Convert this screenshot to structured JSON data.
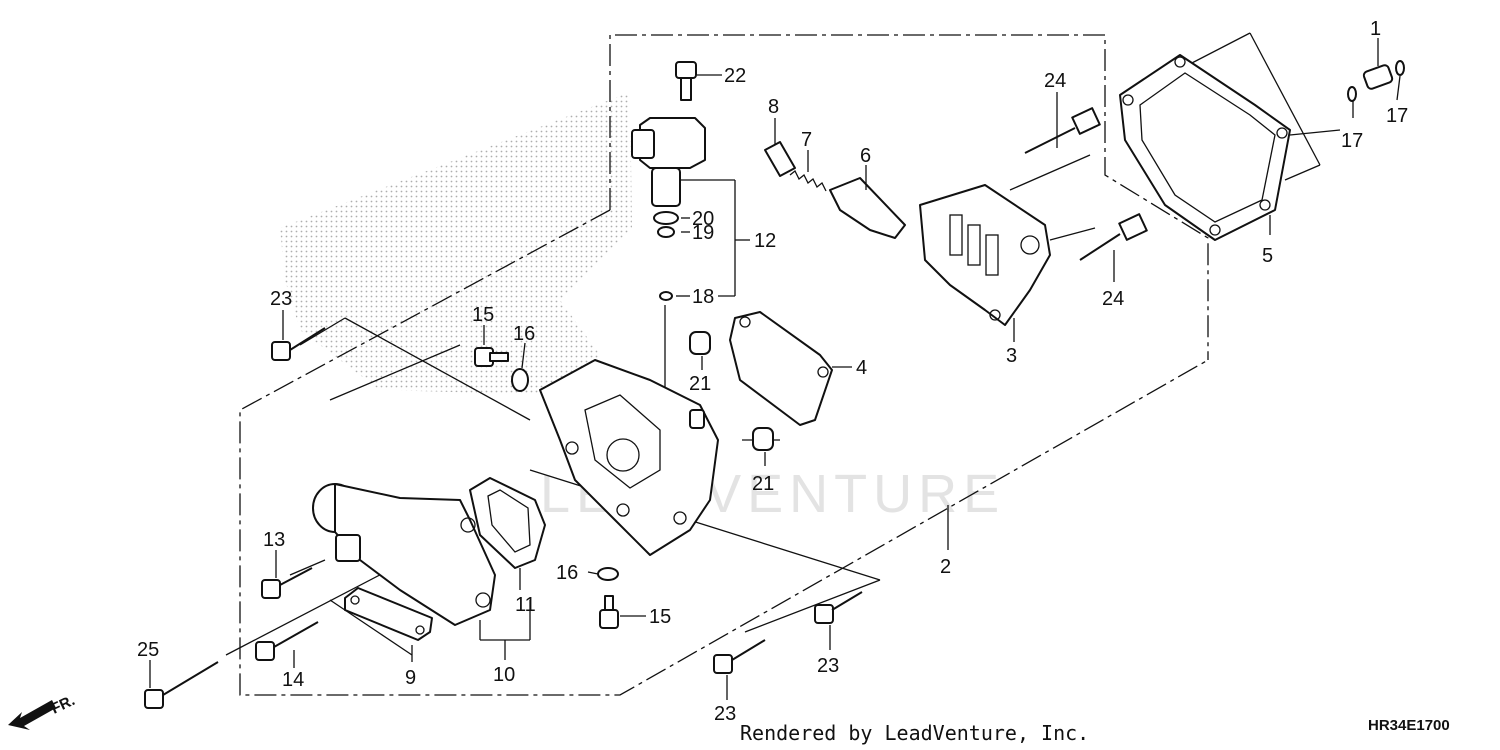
{
  "diagram": {
    "callouts": [
      {
        "id": "c1",
        "text": "1"
      },
      {
        "id": "c2",
        "text": "2"
      },
      {
        "id": "c3",
        "text": "3"
      },
      {
        "id": "c4",
        "text": "4"
      },
      {
        "id": "c5",
        "text": "5"
      },
      {
        "id": "c6",
        "text": "6"
      },
      {
        "id": "c7",
        "text": "7"
      },
      {
        "id": "c8",
        "text": "8"
      },
      {
        "id": "c9",
        "text": "9"
      },
      {
        "id": "c10",
        "text": "10"
      },
      {
        "id": "c11",
        "text": "11"
      },
      {
        "id": "c12",
        "text": "12"
      },
      {
        "id": "c13",
        "text": "13"
      },
      {
        "id": "c14",
        "text": "14"
      },
      {
        "id": "c15a",
        "text": "15"
      },
      {
        "id": "c15b",
        "text": "15"
      },
      {
        "id": "c16a",
        "text": "16"
      },
      {
        "id": "c16b",
        "text": "16"
      },
      {
        "id": "c17a",
        "text": "17"
      },
      {
        "id": "c17b",
        "text": "17"
      },
      {
        "id": "c18",
        "text": "18"
      },
      {
        "id": "c19",
        "text": "19"
      },
      {
        "id": "c20",
        "text": "20"
      },
      {
        "id": "c21a",
        "text": "21"
      },
      {
        "id": "c21b",
        "text": "21"
      },
      {
        "id": "c22",
        "text": "22"
      },
      {
        "id": "c23a",
        "text": "23"
      },
      {
        "id": "c23b",
        "text": "23"
      },
      {
        "id": "c23c",
        "text": "23"
      },
      {
        "id": "c24a",
        "text": "24"
      },
      {
        "id": "c24b",
        "text": "24"
      },
      {
        "id": "c25",
        "text": "25"
      }
    ],
    "direction_label": "FR.",
    "watermark": "LEADVENTURE",
    "credit": "Rendered by LeadVenture, Inc.",
    "diagram_code": "HR34E1700"
  }
}
